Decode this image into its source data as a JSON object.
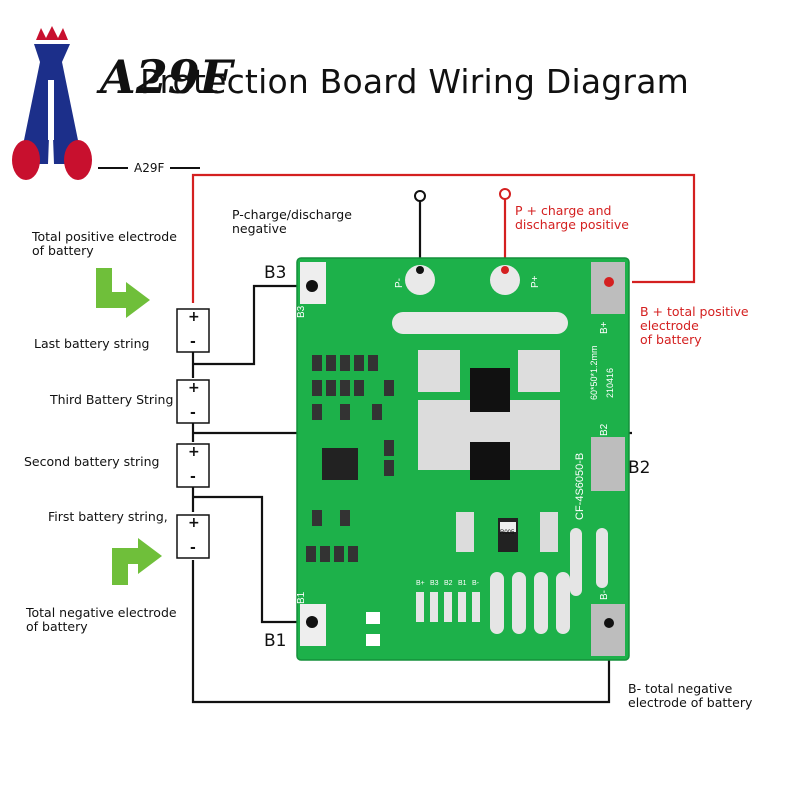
{
  "brand": {
    "logo_text": "A29F",
    "logo_caption": "A29F",
    "colors": {
      "logo_blue": "#1c2f8a",
      "logo_red": "#c8102e"
    }
  },
  "title": "Protection Board Wiring Diagram",
  "labels": {
    "p_minus": "P-charge/discharge\nnegative",
    "p_plus": "P + charge and\ndischarge positive",
    "b_plus": "B + total positive\nelectrode\nof battery",
    "b_minus": "B- total negative\nelectrode of battery",
    "total_positive": "Total positive electrode\nof battery",
    "total_negative": "Total negative electrode\nof battery",
    "last_string": "Last battery string",
    "third_string": "Third Battery String",
    "second_string": "Second battery string",
    "first_string": "First battery string,"
  },
  "pads": {
    "b3": "B3",
    "b2": "B2",
    "b1": "B1"
  },
  "board_text": {
    "model": "CF-4S6050-B",
    "size": "60*50*1.2mm",
    "date": "210416",
    "p_minus_pad": "P-",
    "p_plus_pad": "P+",
    "b_plus_pad": "B+",
    "b_minus_pad": "B-",
    "b3_pad": "B3",
    "b2_pad": "B2",
    "b1_pad": "B1",
    "r005": "R005",
    "balance_pins": [
      "B+",
      "B3",
      "B2",
      "B1",
      "B-"
    ]
  },
  "cells": {
    "plus": "+",
    "minus": "-"
  },
  "colors": {
    "board_green": "#1db14a",
    "wire_red": "#d42020",
    "wire_black": "#111111",
    "arrow_green": "#6fbf3a"
  }
}
